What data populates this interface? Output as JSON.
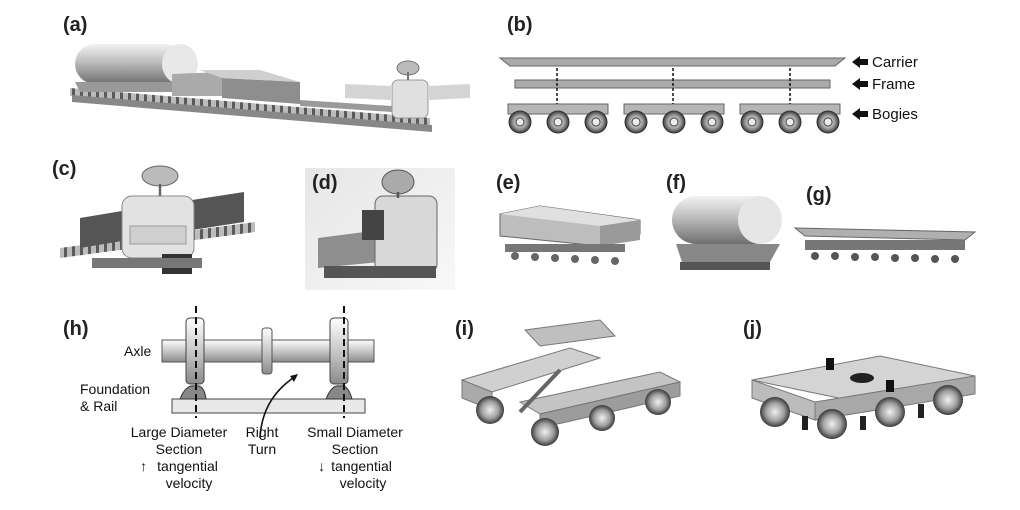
{
  "panels": {
    "a": "(a)",
    "b": "(b)",
    "c": "(c)",
    "d": "(d)",
    "e": "(e)",
    "f": "(f)",
    "g": "(g)",
    "h": "(h)",
    "i": "(i)",
    "j": "(j)"
  },
  "b_labels": {
    "carrier": "Carrier",
    "frame": "Frame",
    "bogies": "Bogies"
  },
  "h_labels": {
    "axle": "Axle",
    "foundation_line1": "Foundation",
    "foundation_line2": "& Rail",
    "large_line1": "Large Diameter",
    "large_line2": "Section",
    "large_line3": "tangential",
    "large_line4": "velocity",
    "turn_line1": "Right",
    "turn_line2": "Turn",
    "small_line1": "Small Diameter",
    "small_line2": "Section",
    "small_line3": "tangential",
    "small_line4": "velocity",
    "arrow_up": "↑",
    "arrow_down": "↓"
  }
}
